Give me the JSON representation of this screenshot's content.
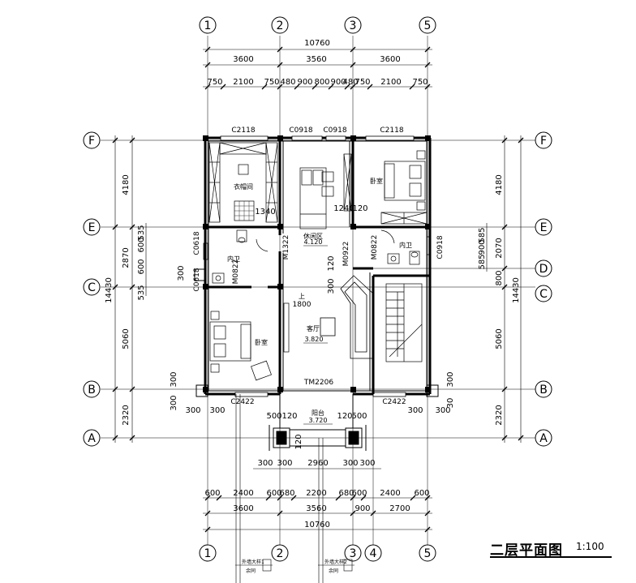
{
  "title": {
    "main": "二层平面图",
    "scale": "1:100"
  },
  "axes": {
    "columns": [
      "1",
      "2",
      "3",
      "4",
      "5"
    ],
    "rows": [
      "A",
      "B",
      "C",
      "D",
      "E",
      "F"
    ]
  },
  "dims": {
    "total_top": "10760",
    "total_bottom": "10760",
    "top_row1": [
      "3600",
      "3560",
      "3600"
    ],
    "top_row2": [
      "750",
      "2100",
      "750",
      "480",
      "900",
      "800",
      "900",
      "480",
      "750",
      "2100",
      "750"
    ],
    "bottom_row1": [
      "600",
      "2400",
      "600",
      "680",
      "2200",
      "680",
      "600",
      "2400",
      "600"
    ],
    "bottom_row2": [
      "3600",
      "3560",
      "900",
      "2700"
    ],
    "balcony_row": [
      "300",
      "300",
      "2960",
      "300",
      "300"
    ],
    "left_total": "14430",
    "left_parts": [
      "4180",
      "2870",
      "5060",
      "2320"
    ],
    "left_sub": [
      "535",
      "600",
      "600",
      "535"
    ],
    "right_total": "14430",
    "right_parts": [
      "4180",
      "2070",
      "800",
      "5060",
      "2320"
    ],
    "right_sub": [
      "585",
      "900",
      "585"
    ],
    "misc": [
      "300",
      "300",
      "300",
      "300",
      "300",
      "300",
      "500",
      "120",
      "120",
      "500",
      "1340",
      "1240",
      "120",
      "300",
      "120",
      "300",
      "120",
      "30",
      "300"
    ]
  },
  "openings": {
    "windows": [
      "C2118",
      "C0918",
      "C0918",
      "C2118",
      "C0618",
      "C0618",
      "C0918",
      "C2422",
      "C2422"
    ],
    "doors": [
      "M0822",
      "M0822",
      "M0922",
      "M1322",
      "TM2206"
    ]
  },
  "rooms": {
    "closet": "衣帽间",
    "bedroom_ne": "卧室",
    "bedroom_w": "卧室",
    "bath_w": "内卫",
    "bath_e": "内卫",
    "lounge": "休闲区",
    "lounge_level": "4.120",
    "living": "客厅",
    "living_level": "3.820",
    "balcony": "阳台",
    "balcony_level": "3.720",
    "stair_up": "上",
    "stair_num": "1800"
  },
  "details": {
    "left_label": "外墙大样1",
    "left_sub": "余同",
    "right_label": "外墙大样2",
    "right_sub": "余同"
  }
}
